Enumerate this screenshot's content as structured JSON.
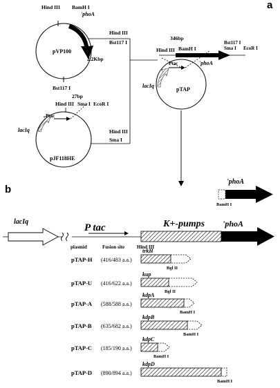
{
  "panels": {
    "a": "a",
    "b": "b"
  },
  "panel_a": {
    "pvp100": {
      "name": "pVP100",
      "hind": "Hind III",
      "bamh": "BamH I",
      "phoa": "'phoA",
      "size": "2.2Kbp",
      "bst": "Bst117 I"
    },
    "pjf118he": {
      "name": "pJF118HE",
      "bp": "27bp",
      "hind": "Hind III",
      "sma": "Sma I",
      "ecor": "EcoR I",
      "ptac": "Ptac",
      "lacI": "lacIq"
    },
    "connect": {
      "top1": "Hind III",
      "top2": "Bst117 I",
      "bot1": "Hind III",
      "bot2": "Sma I"
    },
    "ptap": {
      "name": "pTAP",
      "bp": "346bp",
      "hind": "Hind III",
      "bamh": "BamH I",
      "bst_sma": "Bst117 I",
      "sma": "Sma I",
      "ecor": "EcoR I",
      "phoa": "'phoA",
      "ptac": "Ptac",
      "lacI": "lacIq"
    }
  },
  "panel_b": {
    "top_phoa": "'phoA",
    "top_bamh": "BamH I",
    "lacI": "lacIq",
    "ptac": "P tac",
    "kpumps": "K+-pumps",
    "phoa": "'phoA",
    "col_plasmid": "plasmid",
    "col_fusion": "Fusion site",
    "hind": "Hind III",
    "rows": [
      {
        "plasmid": "pTAP-H",
        "fusion": "(416/483 a.a.)",
        "gene": "trkH",
        "site": "Bgl II"
      },
      {
        "plasmid": "pTAP-U",
        "fusion": "(416/622 a.a.)",
        "gene": "kup",
        "site": "Bgl II"
      },
      {
        "plasmid": "pTAP-A",
        "fusion": "(588/588 a.a.)",
        "gene": "kdpA",
        "site": "BamH I"
      },
      {
        "plasmid": "pTAP-B",
        "fusion": "(635/682 a.a.)",
        "gene": "kdpB",
        "site": "BamH I"
      },
      {
        "plasmid": "pTAP-C",
        "fusion": "(185/190 a.a.)",
        "gene": "kdpC",
        "site": "BamH I"
      },
      {
        "plasmid": "pTAP-D",
        "fusion": "(890/894 a.a.)",
        "gene": "kdpD",
        "site": "BamH I"
      }
    ]
  },
  "colors": {
    "ink": "#000000",
    "paper": "#ffffff",
    "stripe_gray": "#6b6b6b"
  }
}
